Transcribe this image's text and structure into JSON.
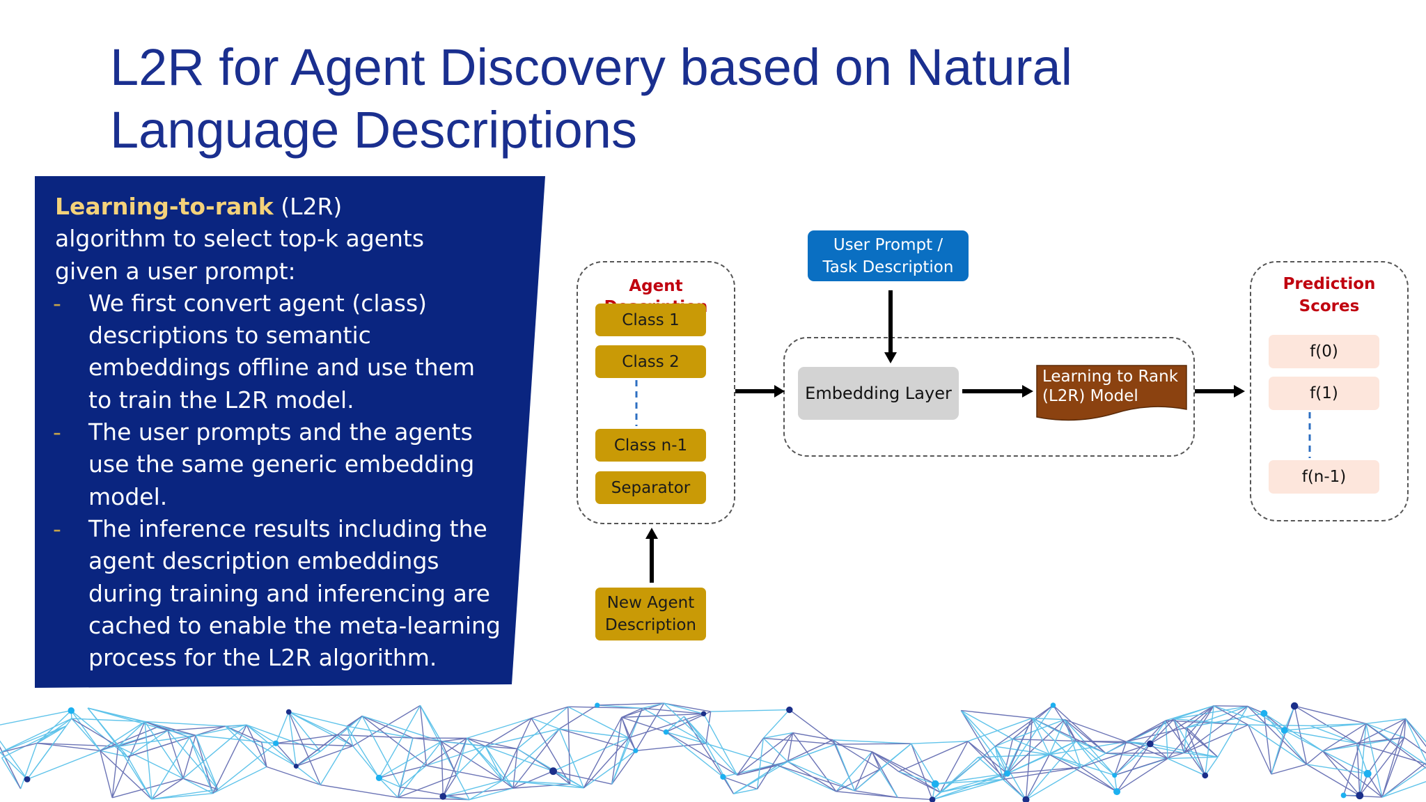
{
  "slide": {
    "title_line1": "L2R for Agent Discovery based on Natural",
    "title_line2": "Language Descriptions"
  },
  "panel": {
    "intro_highlight": "Learning-to-rank",
    "intro_rest": " (L2R) algorithm to select top-k agents given a user prompt:",
    "bullets": [
      "We first convert agent (class) descriptions to semantic embeddings offline and use them to train the L2R model.",
      "The user prompts and the agents use the same generic embedding model.",
      "The inference results including the agent description embeddings during training and inferencing are cached to enable the meta-learning process for the L2R algorithm."
    ],
    "bullet_marker": "-",
    "background_color": "#0a2580",
    "highlight_color": "#f4d27a"
  },
  "diagram": {
    "agent_description_label": "Agent Description",
    "classes": [
      "Class 1",
      "Class 2",
      "Class n-1",
      "Separator"
    ],
    "new_agent_line1": "New Agent",
    "new_agent_line2": "Description",
    "user_prompt_line1": "User Prompt /",
    "user_prompt_line2": "Task Description",
    "embedding_layer": "Embedding Layer",
    "l2r_line1": "Learning to Rank",
    "l2r_line2": "(L2R) Model",
    "prediction_line1": "Prediction",
    "prediction_line2": "Scores",
    "scores": [
      "f(0)",
      "f(1)",
      "f(n-1)"
    ],
    "colors": {
      "class_box": "#c99a06",
      "prompt_box": "#0a6fc2",
      "embedding_box": "#d3d3d3",
      "l2r_box": "#8b4210",
      "score_box": "#fde6dc",
      "label_red": "#c0000f"
    }
  }
}
